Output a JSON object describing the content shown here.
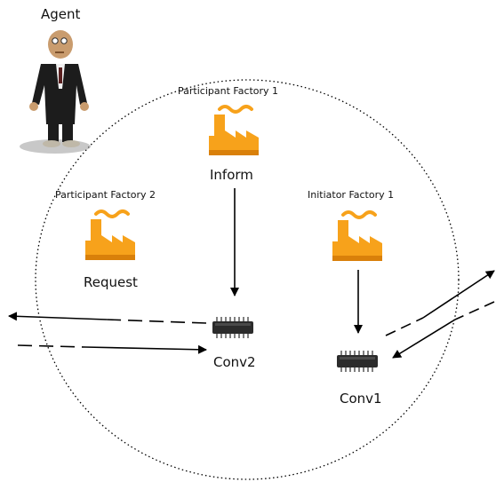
{
  "agent": {
    "label": "Agent",
    "icon": "agent-figure-icon"
  },
  "factories": [
    {
      "id": "pf1",
      "title": "Participant Factory 1",
      "message": "Inform",
      "icon": "factory-icon"
    },
    {
      "id": "pf2",
      "title": "Participant Factory 2",
      "message": "Request",
      "icon": "factory-icon"
    },
    {
      "id": "if1",
      "title": "Initiator Factory 1",
      "message": "",
      "icon": "factory-icon"
    }
  ],
  "conversations": [
    {
      "id": "conv2",
      "label": "Conv2",
      "icon": "chip-icon"
    },
    {
      "id": "conv1",
      "label": "Conv1",
      "icon": "chip-icon"
    }
  ],
  "colors": {
    "factory": "#f7a21b",
    "factory_dark": "#d9800a",
    "chip": "#2b2b2b",
    "line": "#000000"
  }
}
